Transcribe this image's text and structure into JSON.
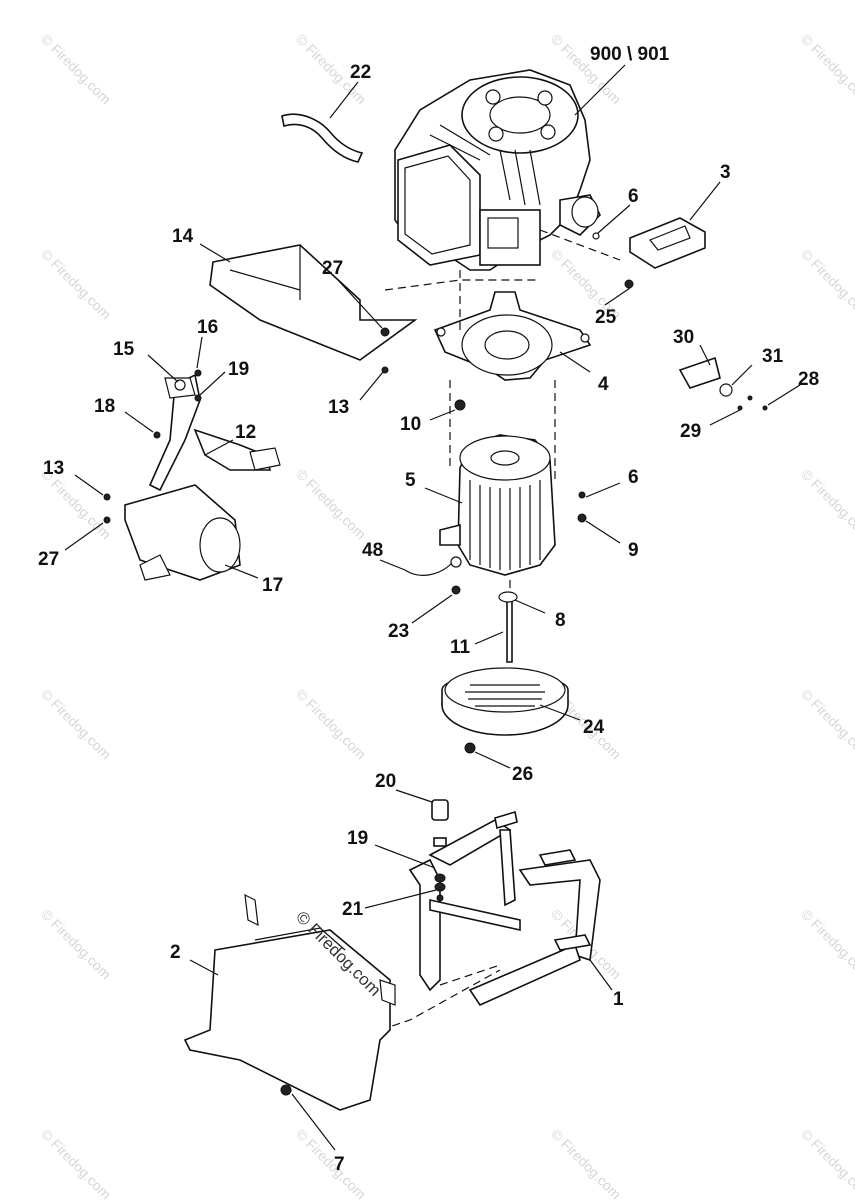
{
  "watermark": {
    "text": "© Firedog.com",
    "center_text": "© Firedog.com"
  },
  "callouts": {
    "c900": "900 \\ 901",
    "c22": "22",
    "c3": "3",
    "c6a": "6",
    "c14": "14",
    "c27a": "27",
    "c25": "25",
    "c16": "16",
    "c15": "15",
    "c19a": "19",
    "c30": "30",
    "c31": "31",
    "c28": "28",
    "c4": "4",
    "c18": "18",
    "c12": "12",
    "c13a": "13",
    "c10": "10",
    "c29": "29",
    "c5": "5",
    "c6b": "6",
    "c13b": "13",
    "c9": "9",
    "c27b": "27",
    "c17": "17",
    "c48": "48",
    "c8": "8",
    "c23": "23",
    "c11": "11",
    "c24": "24",
    "c26": "26",
    "c20": "20",
    "c19b": "19",
    "c21": "21",
    "c2": "2",
    "c1": "1",
    "c7": "7"
  },
  "colors": {
    "line": "#111111",
    "background": "#ffffff",
    "watermark": "#d6d6d6"
  }
}
